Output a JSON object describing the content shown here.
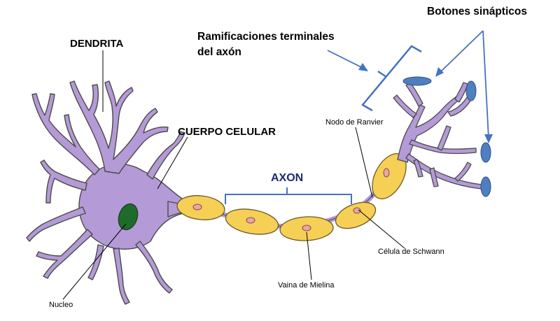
{
  "labels": {
    "dendrita": "DENDRITA",
    "cuerpo_celular": "CUERPO CELULAR",
    "axon": "AXON",
    "ramificaciones_line1": "Ramificaciones terminales",
    "ramificaciones_line2": "del axón",
    "botones": "Botones sinápticos",
    "nodo": "Nodo de Ranvier",
    "schwann": "Célula de Schwann",
    "vaina": "Vaina de Mielina",
    "nucleo": "Nucleo"
  },
  "colors": {
    "neuron_fill": "#b49ad6",
    "neuron_stroke": "#4a4a4a",
    "myelin_fill": "#f6cf55",
    "myelin_stroke": "#6b5a2a",
    "schwann_nucleus": "#e9a6a6",
    "nucleus_fill": "#1f6b2b",
    "terminal_button": "#4f7fc0",
    "bracket_blue": "#4472c4"
  }
}
